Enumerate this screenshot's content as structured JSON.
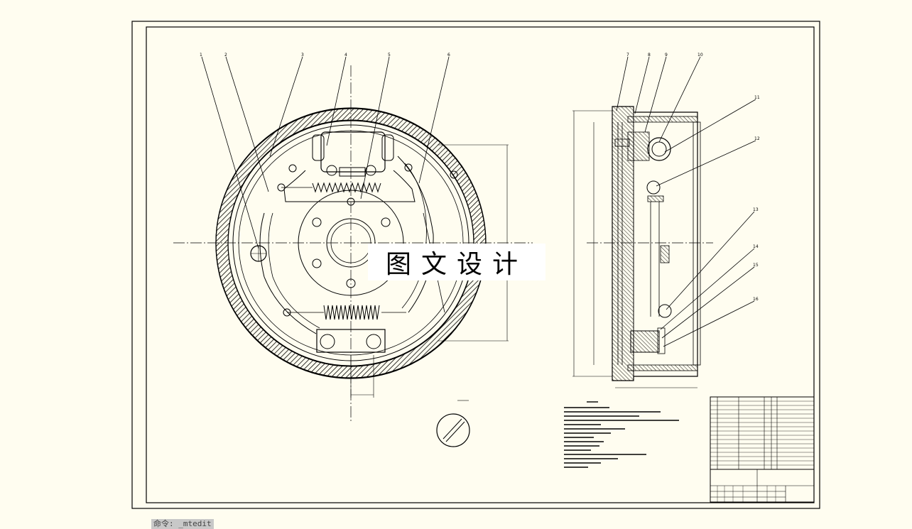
{
  "drawing": {
    "watermark_text": "图文设计",
    "command_prompt": "命令: _mtedit",
    "front_view_callouts": [
      "1",
      "2",
      "3",
      "4",
      "5",
      "6"
    ],
    "side_view_callouts": [
      "7",
      "8",
      "9",
      "10",
      "11",
      "12",
      "13",
      "14",
      "15",
      "16"
    ],
    "paint_color": "#000000",
    "paper_color": "#fffdf0"
  }
}
